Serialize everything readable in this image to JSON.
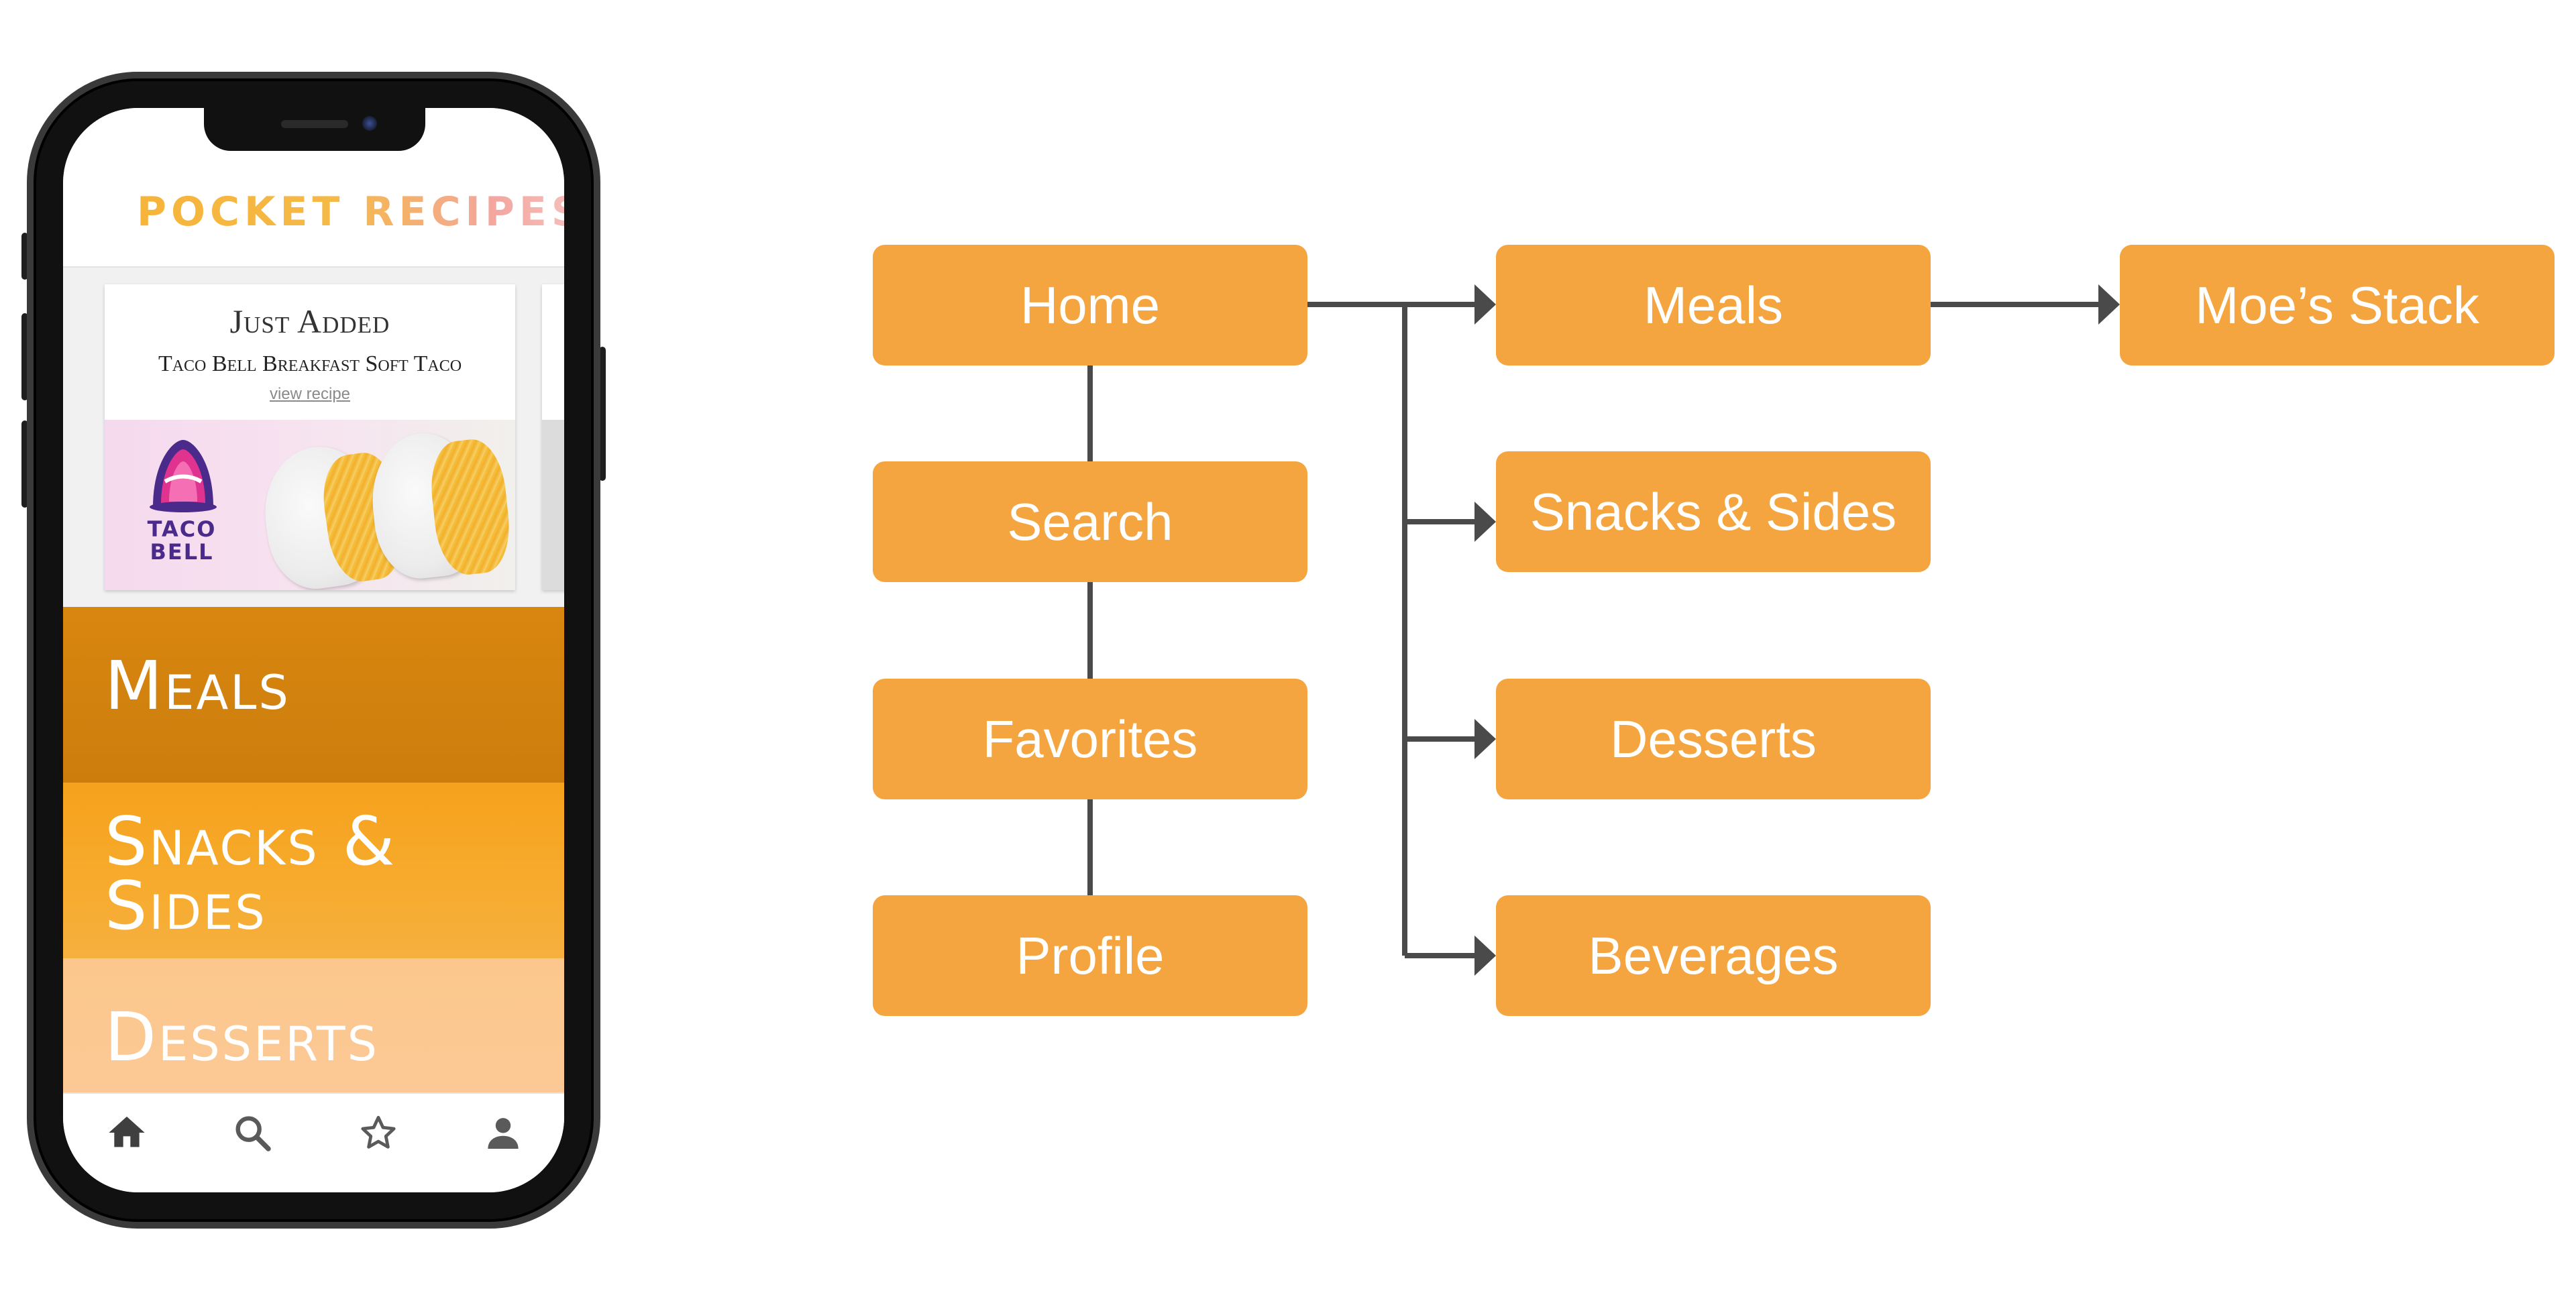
{
  "app": {
    "title": "POCKET RECIPES",
    "featured": {
      "heading": "Just Added",
      "recipe_name": "Taco Bell Breakfast Soft Taco",
      "link_text": "view recipe",
      "brand_logo_text": "TACO BELL"
    },
    "categories": [
      {
        "label": "Meals",
        "color": "#d2820e"
      },
      {
        "label": "Snacks & Sides",
        "color": "#f7ab2e"
      },
      {
        "label": "Desserts",
        "color": "#fcc996"
      }
    ],
    "tabs": [
      {
        "name": "home-icon"
      },
      {
        "name": "search-icon"
      },
      {
        "name": "star-icon"
      },
      {
        "name": "profile-icon"
      }
    ]
  },
  "diagram": {
    "node_color": "#f5a53f",
    "connector_color": "#4a4a4a",
    "nodes": {
      "home": "Home",
      "search": "Search",
      "favorites": "Favorites",
      "profile": "Profile",
      "meals": "Meals",
      "snacks": "Snacks & Sides",
      "desserts": "Desserts",
      "beverages": "Beverages",
      "moes_stack": "Moe’s Stack"
    },
    "edges": [
      {
        "from": "Home",
        "to": "Search"
      },
      {
        "from": "Search",
        "to": "Favorites"
      },
      {
        "from": "Favorites",
        "to": "Profile"
      },
      {
        "from": "Home",
        "to": "Meals"
      },
      {
        "from": "Home",
        "to": "Snacks & Sides"
      },
      {
        "from": "Home",
        "to": "Desserts"
      },
      {
        "from": "Home",
        "to": "Beverages"
      },
      {
        "from": "Meals",
        "to": "Moe’s Stack"
      }
    ]
  }
}
